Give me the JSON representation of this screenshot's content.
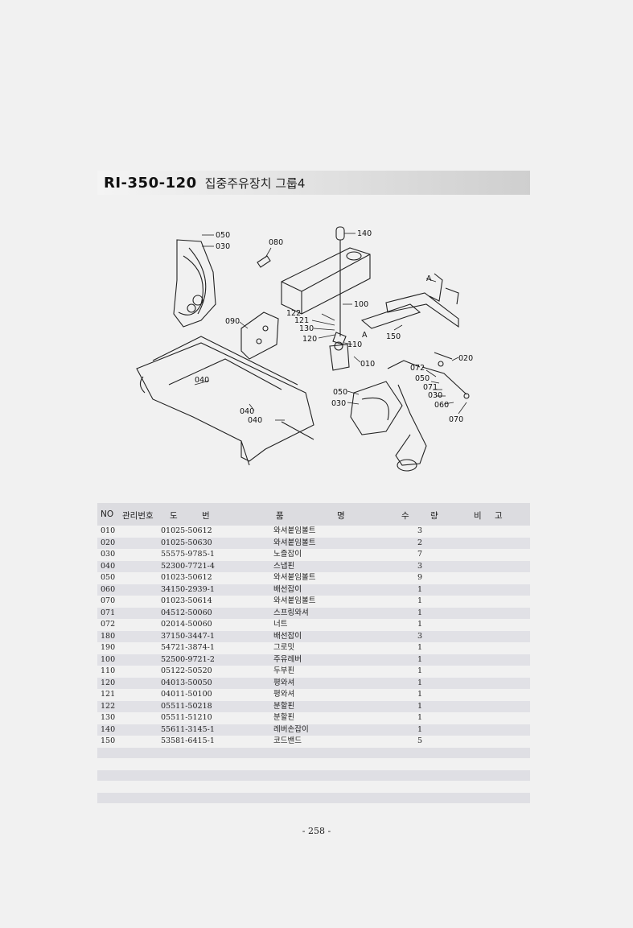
{
  "header": {
    "code": "RI-350-120",
    "title": "집중주유장치 그룹4"
  },
  "diagram": {
    "callouts": [
      "050",
      "030",
      "080",
      "140",
      "100",
      "122",
      "121",
      "130",
      "120",
      "110",
      "A",
      "150",
      "A",
      "090",
      "010",
      "072",
      "020",
      "050",
      "071",
      "030",
      "060",
      "070",
      "040",
      "040",
      "040",
      "050",
      "030"
    ]
  },
  "table": {
    "headers": {
      "no": "NO",
      "mgmt": "관리번호",
      "drawing_1": "도",
      "drawing_2": "번",
      "name_1": "품",
      "name_2": "명",
      "qty_1": "수",
      "qty_2": "량",
      "note_1": "비",
      "note_2": "고"
    },
    "rows": [
      {
        "no": "010",
        "part": "01025-50612",
        "name": "와셔붙임볼트",
        "qty": "3"
      },
      {
        "no": "020",
        "part": "01025-50630",
        "name": "와셔붙임볼트",
        "qty": "2"
      },
      {
        "no": "030",
        "part": "55575-9785-1",
        "name": "노즐잡이",
        "qty": "7"
      },
      {
        "no": "040",
        "part": "52300-7721-4",
        "name": "스냅핀",
        "qty": "3"
      },
      {
        "no": "050",
        "part": "01023-50612",
        "name": "와셔붙임볼트",
        "qty": "9"
      },
      {
        "no": "060",
        "part": "34150-2939-1",
        "name": "배선잡이",
        "qty": "1"
      },
      {
        "no": "070",
        "part": "01023-50614",
        "name": "와셔붙임볼트",
        "qty": "1"
      },
      {
        "no": "071",
        "part": "04512-50060",
        "name": "스프링와셔",
        "qty": "1"
      },
      {
        "no": "072",
        "part": "02014-50060",
        "name": "너트",
        "qty": "1"
      },
      {
        "no": "180",
        "part": "37150-3447-1",
        "name": "배선잡이",
        "qty": "3"
      },
      {
        "no": "190",
        "part": "54721-3874-1",
        "name": "그로밋",
        "qty": "1"
      },
      {
        "no": "100",
        "part": "52500-9721-2",
        "name": "주유레버",
        "qty": "1"
      },
      {
        "no": "110",
        "part": "05122-50520",
        "name": "두부핀",
        "qty": "1"
      },
      {
        "no": "120",
        "part": "04013-50050",
        "name": "평와셔",
        "qty": "1"
      },
      {
        "no": "121",
        "part": "04011-50100",
        "name": "평와셔",
        "qty": "1"
      },
      {
        "no": "122",
        "part": "05511-50218",
        "name": "분할핀",
        "qty": "1"
      },
      {
        "no": "130",
        "part": "05511-51210",
        "name": "분할핀",
        "qty": "1"
      },
      {
        "no": "140",
        "part": "55611-3145-1",
        "name": "레버손잡이",
        "qty": "1"
      },
      {
        "no": "150",
        "part": "53581-6415-1",
        "name": "코드밴드",
        "qty": "5"
      }
    ]
  },
  "footer": {
    "page": "- 258 -"
  }
}
